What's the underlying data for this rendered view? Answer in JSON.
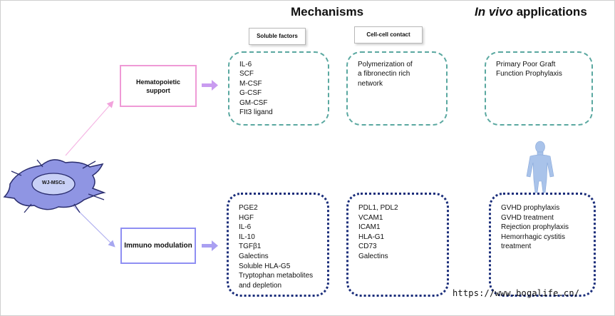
{
  "headings": {
    "mechanisms": "Mechanisms",
    "in_vivo_italic": "In vivo",
    "in_vivo_rest": " applications"
  },
  "tags": {
    "soluble": "Soluble factors",
    "cell_contact": "Cell-cell contact"
  },
  "cell": {
    "label": "WJ-MSCs"
  },
  "hematopoietic": {
    "label_line1": "Hematopoietic",
    "label_line2": "support",
    "soluble_factors": [
      "IL-6",
      "SCF",
      "M-CSF",
      "G-CSF",
      "GM-CSF",
      "FIt3 ligand"
    ],
    "cell_contact": [
      "Polymerization of",
      "a fibronectin rich",
      "network"
    ],
    "in_vivo": [
      "Primary Poor Graft",
      "Function Prophylaxis"
    ]
  },
  "immuno": {
    "label": "Immuno modulation",
    "soluble_factors": [
      "PGE2",
      "HGF",
      "IL-6",
      "IL-10",
      "TGFβ1",
      "Galectins",
      "Soluble HLA-G5",
      "Tryptophan metabolites",
      "and depletion"
    ],
    "cell_contact": [
      "PDL1, PDL2",
      "VCAM1",
      "ICAM1",
      "HLA-G1",
      "CD73",
      "Galectins"
    ],
    "in_vivo": [
      "GVHD prophylaxis",
      "GVHD treatment",
      "Rejection prophylaxis",
      "Hemorrhagic cystitis",
      "treatment"
    ]
  },
  "icons": [
    "human-figure-icon",
    "msc-cell-icon"
  ],
  "colors": {
    "teal_border": "#5aa8a0",
    "navy_border": "#1a2d7a",
    "pink": "#ef9ad6",
    "lavender": "#8f8ff3",
    "cell_fill": "#8f95e3",
    "figure_fill": "#a9c3ea"
  },
  "watermark": "https://www.bogalife.cn/"
}
